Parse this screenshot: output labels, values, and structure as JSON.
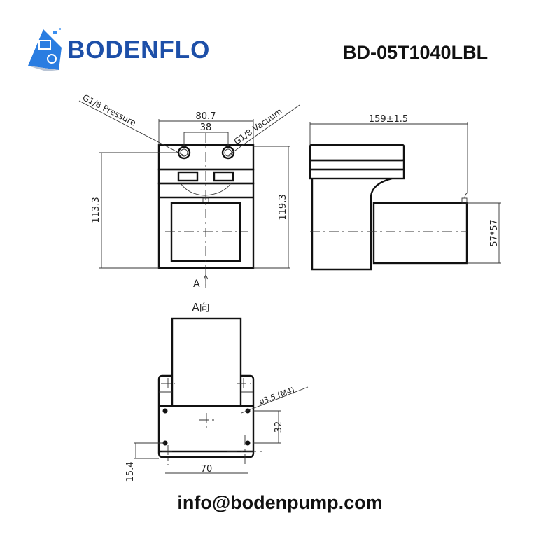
{
  "brand": {
    "name": "BODENFLO",
    "logo_icon": "pump-cube-logo-icon",
    "color": "#1d4fa8"
  },
  "model": "BD-05T1040LBL",
  "contact_email": "info@bodenpump.com",
  "drawing": {
    "front_view": {
      "port_pressure": "G1/8 Pressure",
      "port_vacuum": "G1/8 Vacuum",
      "width_overall": "80.7",
      "port_spacing": "38",
      "height_left": "113.3",
      "height_right": "119.3",
      "view_arrow": "A"
    },
    "side_view": {
      "length_overall": "159±1.5",
      "motor_section": "57*57"
    },
    "bottom_view": {
      "title": "A向",
      "hole_spec": "ø3.5 (M4)",
      "hole_spacing_vertical": "32",
      "hole_spacing_horizontal": "70",
      "edge_offset": "15.4"
    }
  }
}
